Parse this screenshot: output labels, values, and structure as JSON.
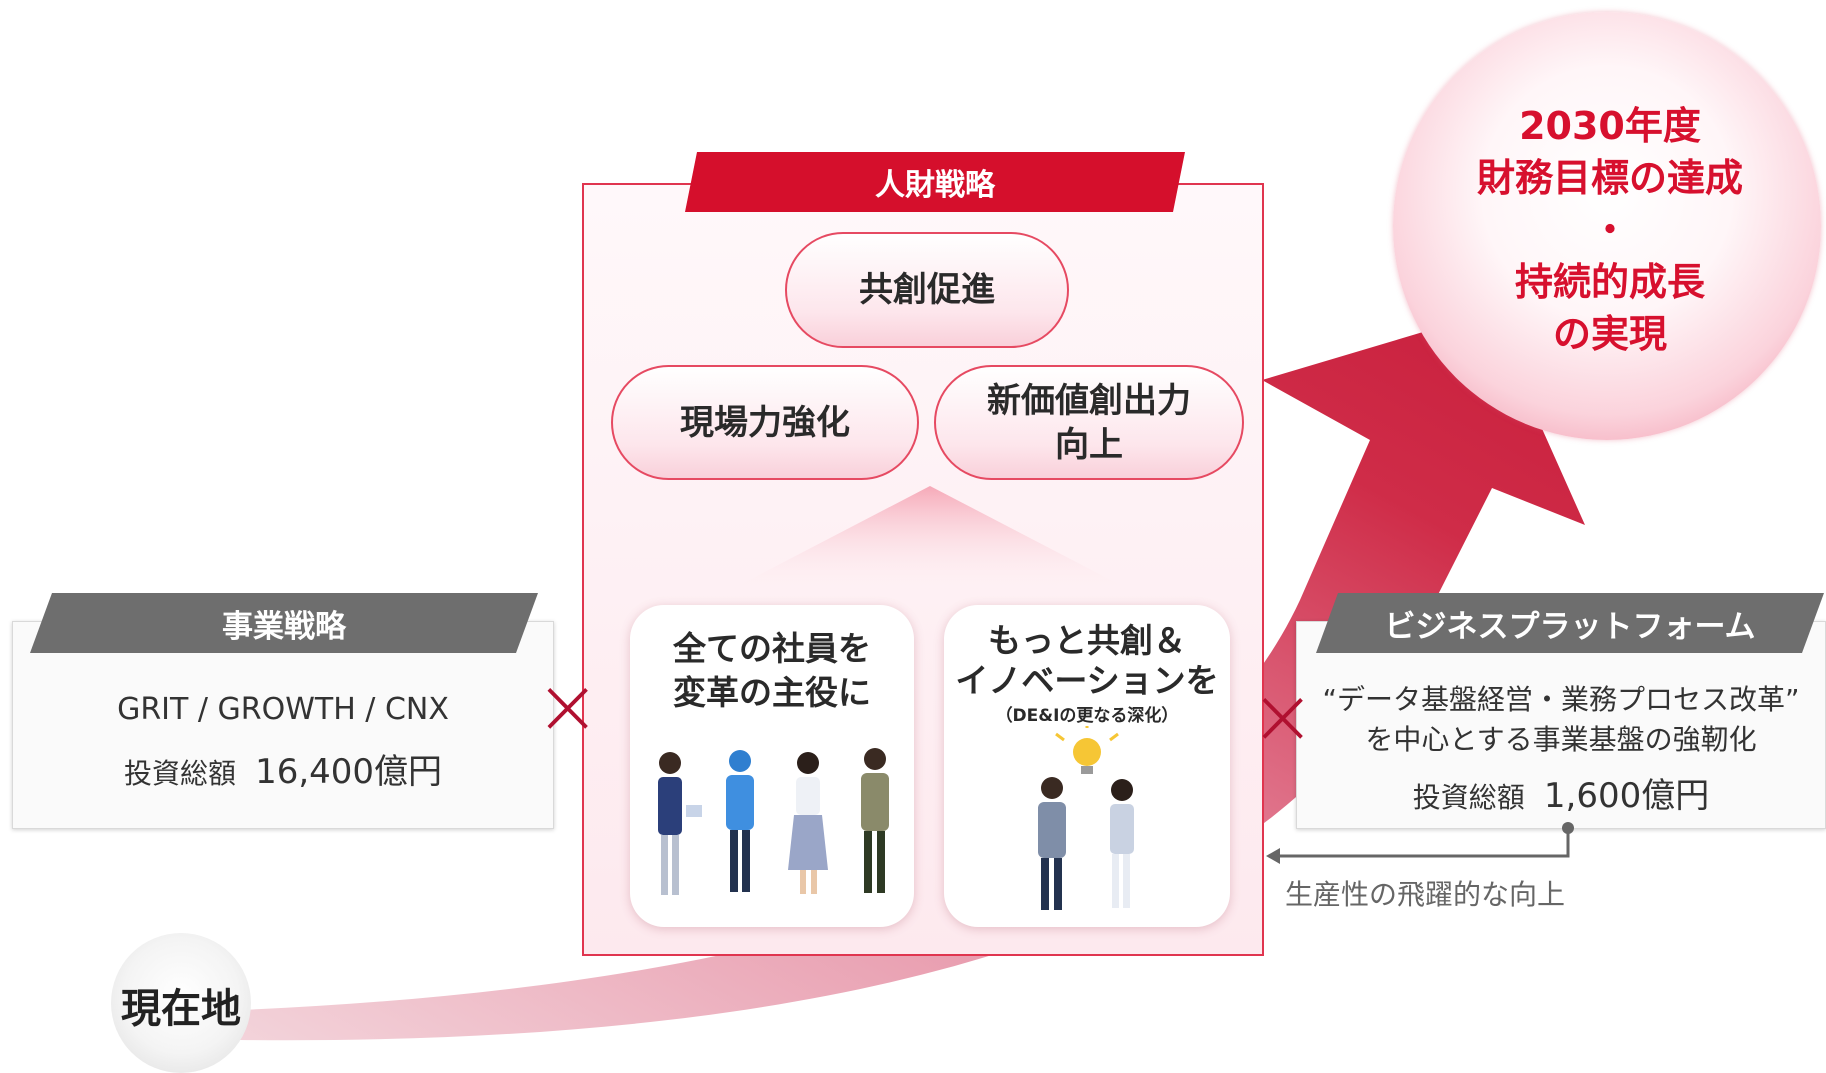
{
  "goal": {
    "line1": "2030年度",
    "line2": "財務目標の達成",
    "line3": "・",
    "line4": "持続的成長",
    "line5": "の実現"
  },
  "hr_strategy": {
    "title": "人財戦略",
    "pills": {
      "cocreation": "共創促進",
      "field": "現場力強化",
      "newvalue_line1": "新価値創出力",
      "newvalue_line2": "向上"
    },
    "cards": [
      {
        "line1": "全ての社員を",
        "line2": "変革の主役に"
      },
      {
        "line1": "もっと共創＆",
        "line2": "イノベーションを",
        "sub": "（DE&Iの更なる深化）"
      }
    ]
  },
  "business_strategy": {
    "title": "事業戦略",
    "line1": "GRIT / GROWTH / CNX",
    "invest_label": "投資総額",
    "invest_value": "16,400億円"
  },
  "business_platform": {
    "title": "ビジネスプラットフォーム",
    "line1": "“データ基盤経営・業務プロセス改革”",
    "line2": "を中心とする事業基盤の強靭化",
    "invest_label": "投資総額",
    "invest_value": "1,600億円"
  },
  "cross_symbol": "×",
  "productivity": "生産性の飛躍的な向上",
  "current_location": "現在地",
  "colors": {
    "accent": "#d50f2c",
    "arrow": "#c81e3c",
    "gray_banner": "#6e6e6e"
  }
}
